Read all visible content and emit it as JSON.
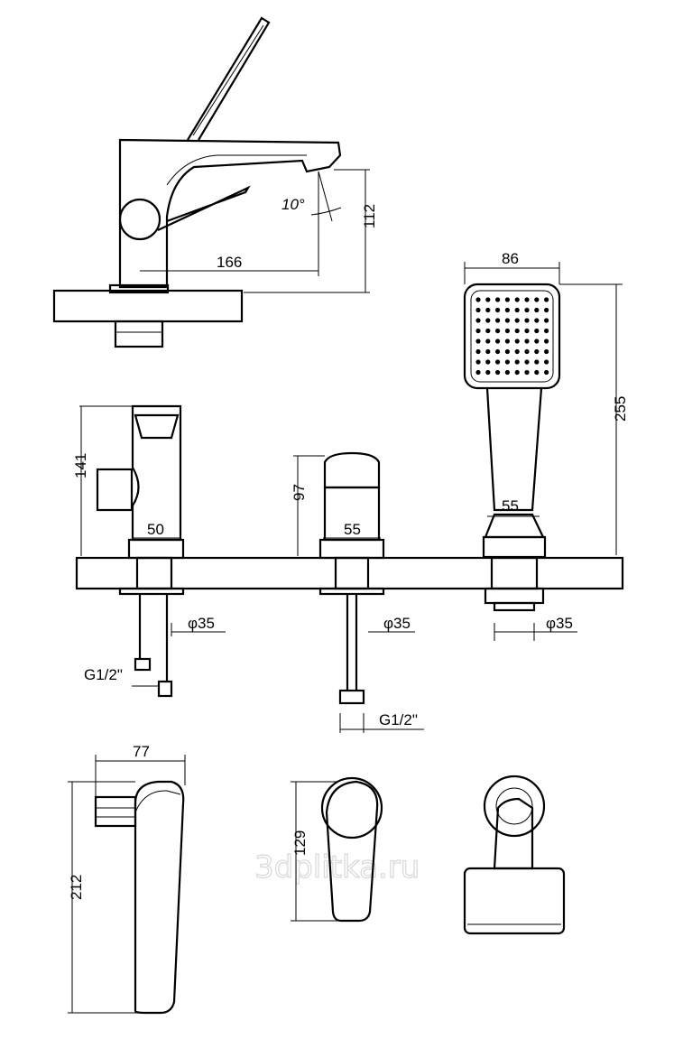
{
  "watermark": "3dplitka.ru",
  "side_view": {
    "spout_reach": "166",
    "height": "112",
    "angle": "10°"
  },
  "hand_shower": {
    "head_width": "86",
    "total_height": "255",
    "base_width": "55",
    "hole_diameter": "φ35"
  },
  "spout": {
    "height": "141",
    "base_width": "50",
    "hole_diameter": "φ35",
    "thread": "G1/2\""
  },
  "valve": {
    "height": "97",
    "base_width": "55",
    "hole_diameter": "φ35",
    "thread": "G1/2\""
  },
  "top_view": {
    "spout_width": "77",
    "spout_length": "212",
    "handle_length": "129"
  }
}
